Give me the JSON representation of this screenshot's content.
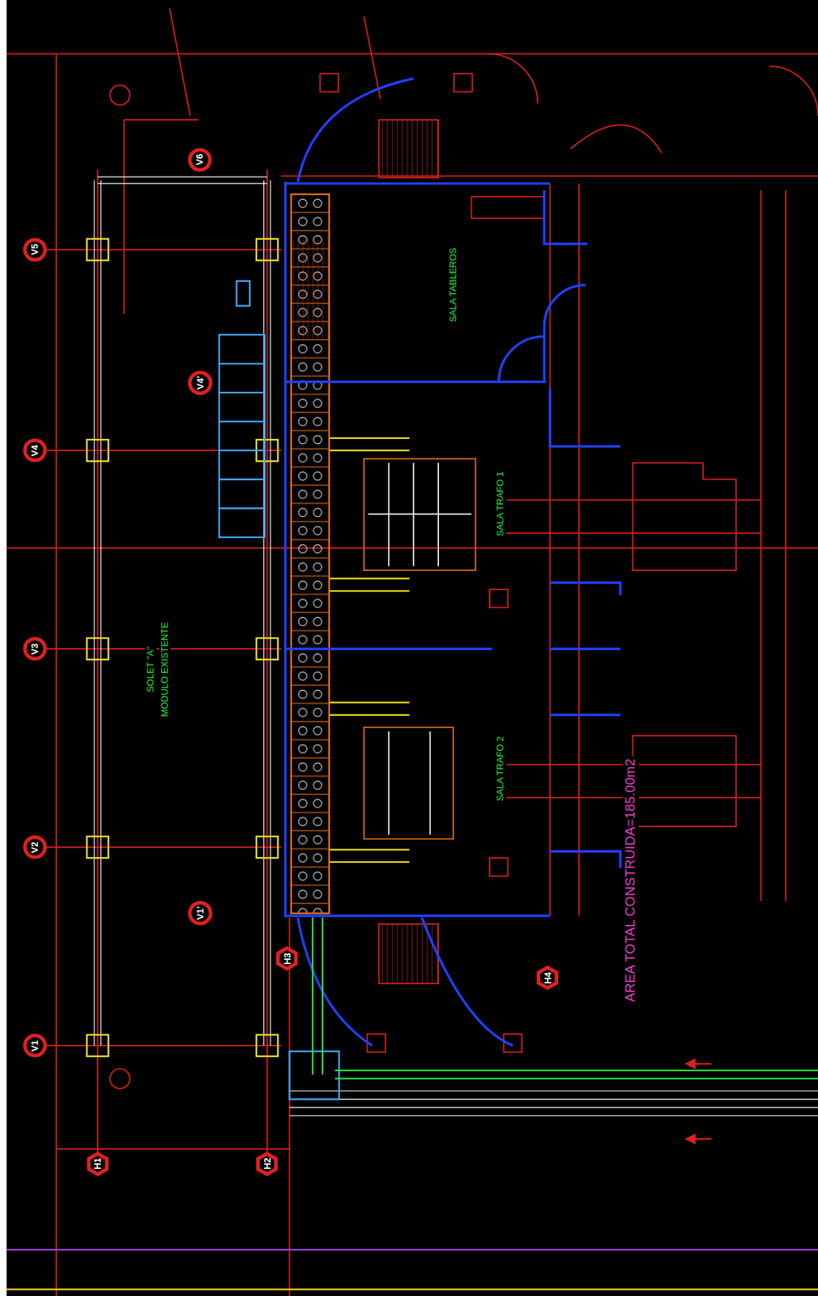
{
  "diagram": {
    "nodes": [
      {
        "text": [
          "V5"
        ]
      },
      {
        "text": [
          "V4"
        ]
      },
      {
        "text": [
          "V3"
        ]
      },
      {
        "text": [
          "V2"
        ]
      },
      {
        "text": [
          "V1"
        ]
      },
      {
        "text": [
          "V6"
        ]
      },
      {
        "text": [
          "V4'"
        ]
      },
      {
        "text": [
          "V1'"
        ]
      },
      {
        "text": [
          "H1"
        ]
      },
      {
        "text": [
          "H2"
        ]
      },
      {
        "text": [
          "H3"
        ]
      },
      {
        "text": [
          "H4"
        ]
      }
    ],
    "labels": [
      "SALA TABLEROS",
      "SALA TRAFO 1",
      "SALA TRAFO 2",
      "SOLET \"A\"",
      "MODULO EXISTENTE",
      "AREA TOTAL CONSTRUIDA=185.00m2"
    ]
  }
}
